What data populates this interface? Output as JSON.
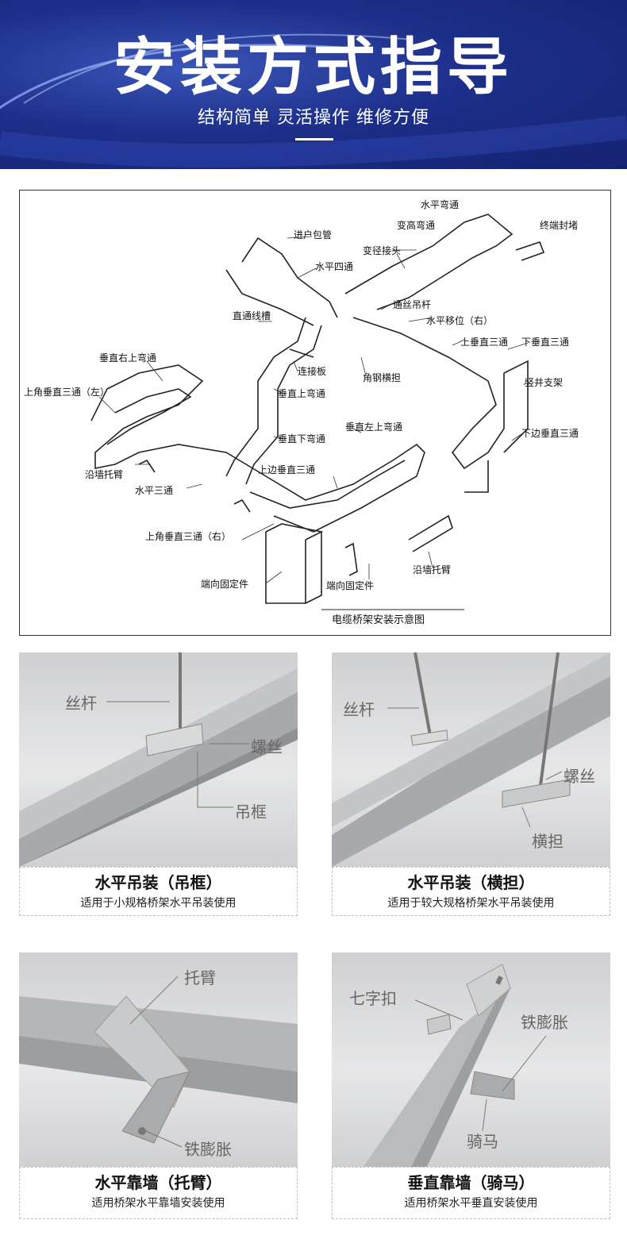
{
  "banner": {
    "title": "安装方式指导",
    "subtitle": "结构简单 灵活操作 维修方便"
  },
  "diagram": {
    "caption": "电缆桥架安装示意图",
    "labels": {
      "l1": "水平弯通",
      "l2": "变高弯通",
      "l3": "终端封堵",
      "l4": "进户包管",
      "l5": "变径接头",
      "l6": "水平四通",
      "l7": "通丝吊杆",
      "l8": "水平移位（右）",
      "l9": "直通线槽",
      "l10": "上垂直三通",
      "l11": "下垂直三通",
      "l12": "垂直右上弯通",
      "l13": "连接板",
      "l14": "角钢横担",
      "l15": "竖井支架",
      "l16": "上角垂直三通（左）",
      "l17": "垂直上弯通",
      "l18": "垂直左上弯通",
      "l19": "垂直下弯通",
      "l20": "下边垂直三通",
      "l21": "沿墙托臂",
      "l22": "上边垂直三通",
      "l23": "水平三通",
      "l24": "上角垂直三通（右）",
      "l25": "沿墙托臂",
      "l26": "端向固定件",
      "l27": "端向固定件"
    }
  },
  "panels": [
    {
      "title": "水平吊装（吊框）",
      "sub": "适用于小规格桥架水平吊装使用",
      "labels": [
        "丝杆",
        "螺丝",
        "吊框"
      ]
    },
    {
      "title": "水平吊装（横担）",
      "sub": "适用于较大规格桥架水平吊装使用",
      "labels": [
        "丝杆",
        "螺丝",
        "横担"
      ]
    },
    {
      "title": "水平靠墙（托臂）",
      "sub": "适用桥架水平靠墙安装使用",
      "labels": [
        "托臂",
        "铁膨胀"
      ]
    },
    {
      "title": "垂直靠墙（骑马）",
      "sub": "适用桥架水平垂直安装使用",
      "labels": [
        "七字扣",
        "铁膨胀",
        "骑马"
      ]
    }
  ]
}
